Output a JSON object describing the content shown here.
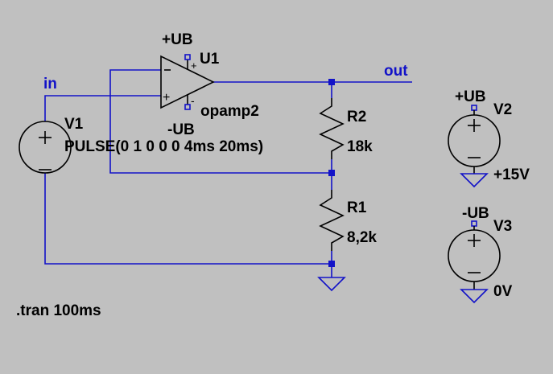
{
  "schematic": {
    "opamp": {
      "ref": "U1",
      "model": "opamp2",
      "pos_supply": "+UB",
      "neg_supply": "-UB",
      "plus_sign": "+",
      "minus_sign": "-"
    },
    "source_in": {
      "ref": "V1",
      "value": "PULSE(0 1 0 0 0 4ms 20ms)",
      "plus_sign": "+",
      "minus_sign": "−"
    },
    "resistor_r2": {
      "ref": "R2",
      "value": "18k"
    },
    "resistor_r1": {
      "ref": "R1",
      "value": "8,2k"
    },
    "source_v2": {
      "ref": "V2",
      "net": "+UB",
      "value": "+15V",
      "plus_sign": "+",
      "minus_sign": "−"
    },
    "source_v3": {
      "ref": "V3",
      "net": "-UB",
      "value": "0V",
      "plus_sign": "+",
      "minus_sign": "−"
    },
    "net_labels": {
      "input": "in",
      "output": "out"
    },
    "directive": ".tran 100ms",
    "colors": {
      "background": "#c0c0c0",
      "wire": "#1212c8",
      "component": "#000000",
      "junction": "#1212c8"
    }
  }
}
